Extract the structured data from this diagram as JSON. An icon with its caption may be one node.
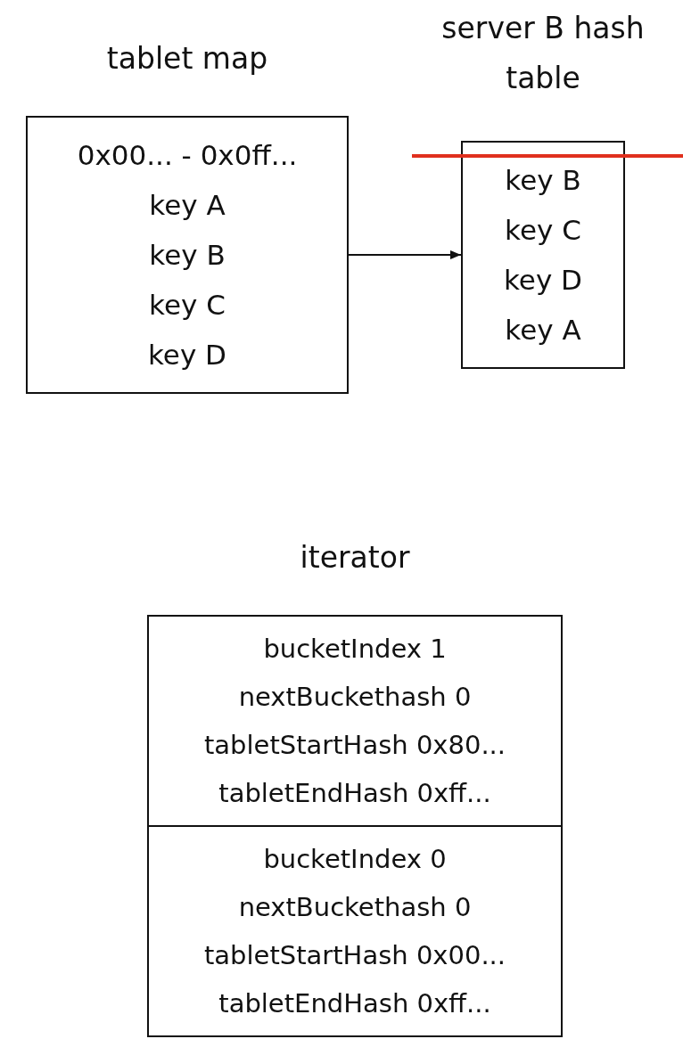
{
  "diagram": {
    "nodes": [
      {
        "text": [
          "tablet map",
          "0x00... - 0x0ff...",
          "key A",
          "key B",
          "key C",
          "key D"
        ]
      },
      {
        "text": [
          "server B hash table",
          "key B",
          "key C",
          "key D",
          "key A"
        ]
      },
      {
        "text": [
          "iterator"
        ]
      },
      {
        "text": [
          "bucketIndex 1",
          "nextBuckethash 0",
          "tabletStartHash 0x80...",
          "tabletEndHash 0xff..."
        ],
        "in": 2
      },
      {
        "text": [
          "bucketIndex 0",
          "nextBuckethash 0",
          "tabletStartHash 0x00...",
          "tabletEndHash 0xff..."
        ],
        "in": 2
      }
    ],
    "edges": [
      {
        "from": 0,
        "to": 1,
        "arrow": "to"
      }
    ]
  }
}
